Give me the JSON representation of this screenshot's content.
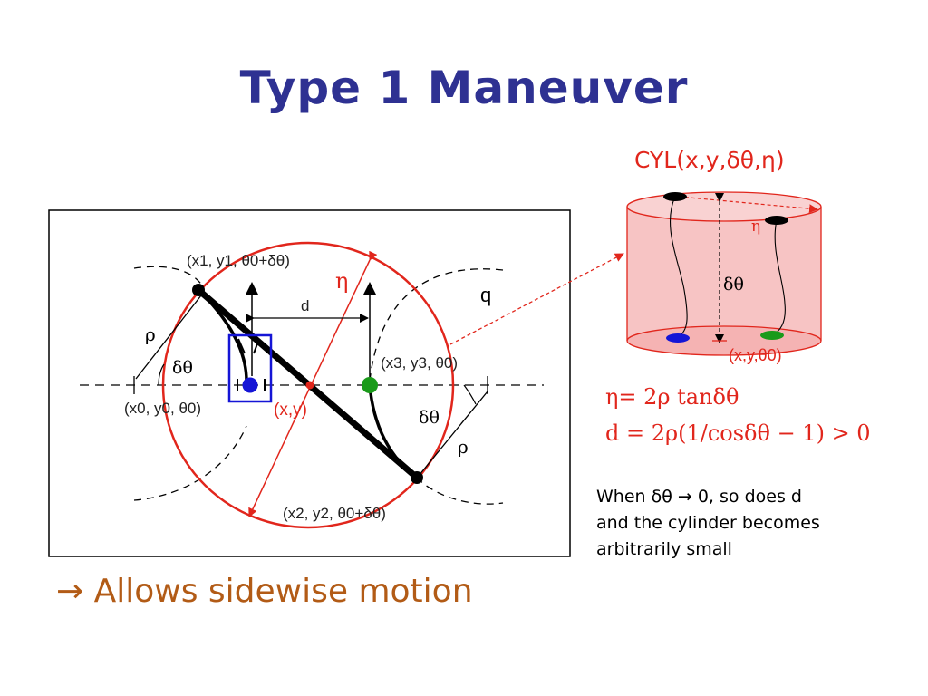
{
  "title": "Type 1 Maneuver",
  "diagram": {
    "label_x1": "(x1, y1, θ0+δθ)",
    "label_x0": "(x0, y0, θ0)",
    "label_x3": "(x3, y3, θ0)",
    "label_x2": "(x2, y2, θ0+δθ)",
    "label_xy": "(x,y)",
    "label_eta": "η",
    "label_d": "d",
    "label_q": "q",
    "label_rho": "ρ",
    "label_dtheta": "δθ"
  },
  "cylinder": {
    "title": "CYL(x,y,δθ,η)",
    "label_eta": "η",
    "label_dtheta": "δθ",
    "label_base": "(x,y,θ0)"
  },
  "formulas": {
    "line1": "η= 2ρ tanδθ",
    "line2": "d = 2ρ(1/cosδθ − 1) > 0"
  },
  "note": {
    "line1": "When δθ → 0, so does d",
    "line2": "and the cylinder becomes",
    "line3": "arbitrarily small"
  },
  "bottom_text": "→ Allows sidewise motion",
  "colors": {
    "title": "#2e3192",
    "red": "#e1261c",
    "bottom_text": "#b25b16",
    "blue_marker": "#1515d6",
    "green_marker": "#1a9a1a",
    "cylinder_fill": "#f7c4c4"
  }
}
